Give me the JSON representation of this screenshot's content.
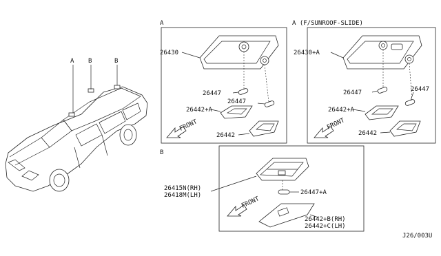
{
  "car": {
    "callouts": [
      "A",
      "B",
      "B"
    ]
  },
  "panel_a": {
    "section_label": "A",
    "lamp_assy": "26430",
    "bulb_left": "26447",
    "bulb_right": "26447",
    "lens_upper": "26442+A",
    "lens_lower": "26442",
    "front_label": "FRONT"
  },
  "panel_a_sunroof": {
    "section_label": "A (F/SUNROOF-SLIDE)",
    "lamp_assy": "26430+A",
    "bulb_left": "26447",
    "bulb_right": "26447",
    "lens_upper": "26442+A",
    "lens_lower": "26442",
    "front_label": "FRONT"
  },
  "panel_b": {
    "section_label": "B",
    "lamp_rh": "26415N(RH)",
    "lamp_lh": "26418M(LH)",
    "bulb": "26447+A",
    "lens_rh": "26442+B(RH)",
    "lens_lh": "26442+C(LH)",
    "front_label": "FRONT"
  },
  "footer": {
    "diagram_code": "J26/003U"
  }
}
